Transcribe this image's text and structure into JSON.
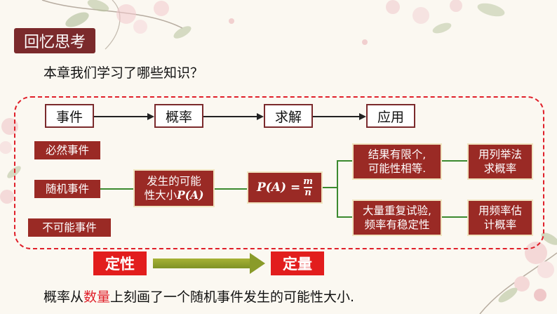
{
  "header": {
    "title": "回忆思考"
  },
  "question": "本章我们学习了哪些知识？",
  "flow": [
    "事件",
    "概率",
    "求解",
    "应用"
  ],
  "events": [
    "必然事件",
    "随机事件",
    "不可能事件"
  ],
  "possibility": {
    "line1": "发生的可能",
    "line2": "性大小"
  },
  "formula": {
    "lhs": "P(A) =",
    "numerator": "m",
    "denominator": "n"
  },
  "conditions": [
    {
      "line1": "结果有限个,",
      "line2": "可能性相等."
    },
    {
      "line1": "大量重复试验,",
      "line2": "频率有稳定性"
    }
  ],
  "methods": [
    {
      "line1": "用列举法",
      "line2": "求概率"
    },
    {
      "line1": "用频率估",
      "line2": "计概率"
    }
  ],
  "bottom": {
    "left": "定性",
    "right": "定量"
  },
  "summary": {
    "prefix": "概率从",
    "highlight": "数量",
    "suffix": "上刻画了一个随机事件发生的可能性大小."
  },
  "colors": {
    "maroon": "#7b2a2c",
    "box_red": "#9a2a25",
    "accent_red": "#e21d1d",
    "line_green": "#3b8a2f"
  }
}
